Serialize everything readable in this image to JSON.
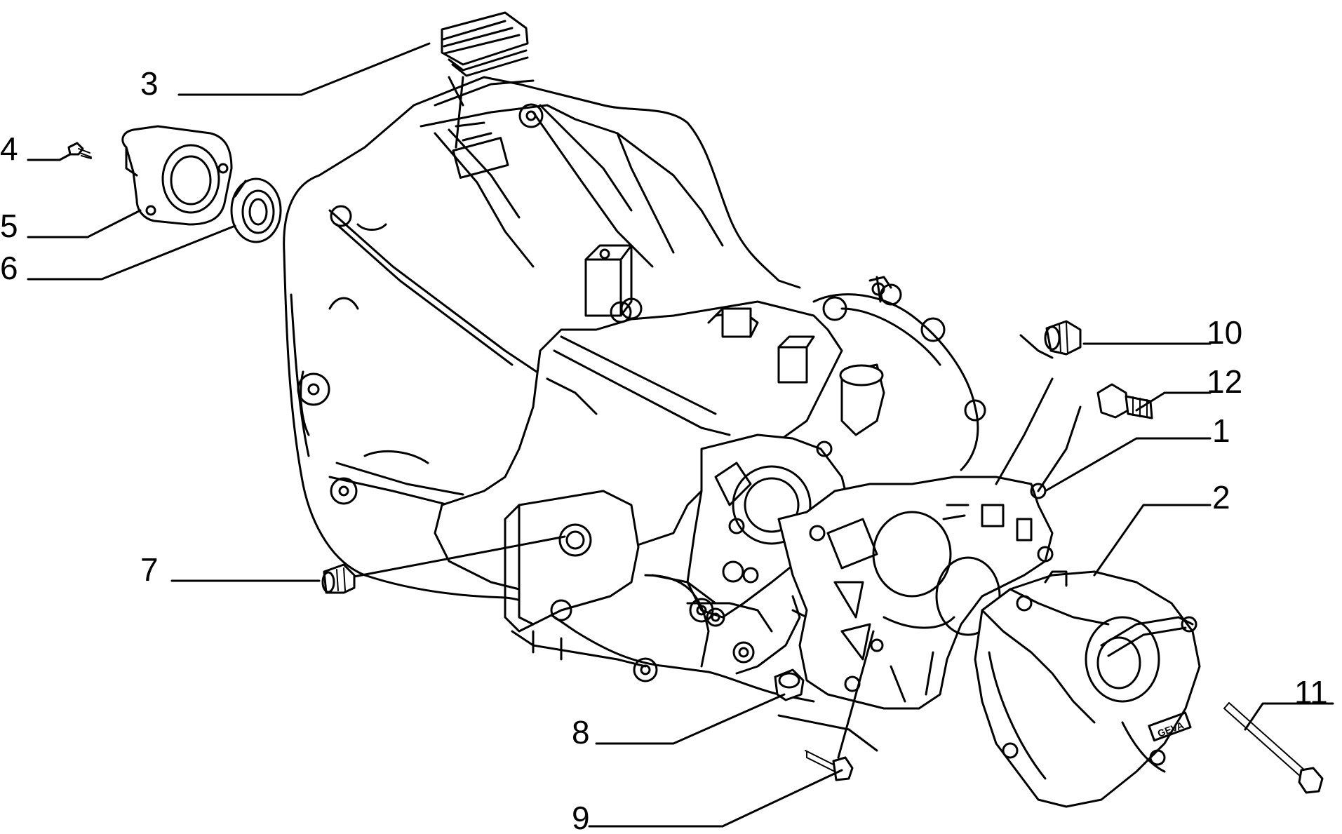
{
  "callouts": [
    {
      "id": "c3",
      "label": "3"
    },
    {
      "id": "c4",
      "label": "4"
    },
    {
      "id": "c5",
      "label": "5"
    },
    {
      "id": "c6",
      "label": "6"
    },
    {
      "id": "c7",
      "label": "7"
    },
    {
      "id": "c8",
      "label": "8"
    },
    {
      "id": "c9",
      "label": "9"
    },
    {
      "id": "c10",
      "label": "10"
    },
    {
      "id": "c12",
      "label": "12"
    },
    {
      "id": "c1",
      "label": "1"
    },
    {
      "id": "c2",
      "label": "2"
    },
    {
      "id": "c11",
      "label": "11"
    }
  ],
  "casting_mark": "GEVA"
}
